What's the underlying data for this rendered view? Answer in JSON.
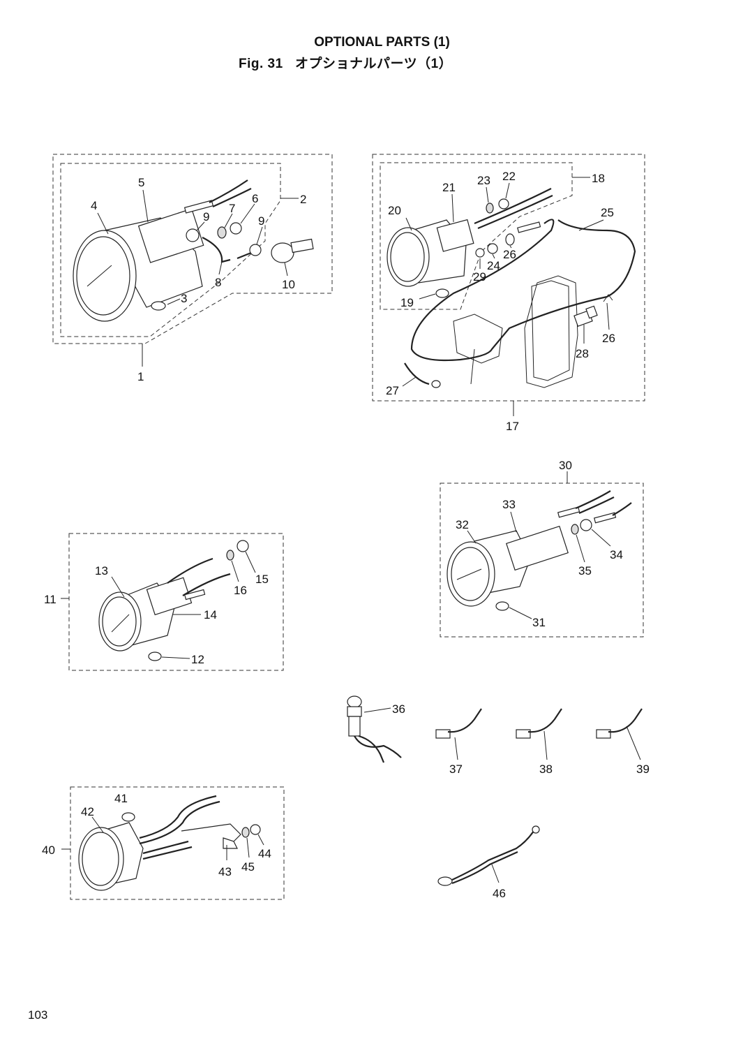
{
  "header": {
    "title": "OPTIONAL PARTS (1)",
    "fig_label": "Fig. 31",
    "subtitle_jp": "オプショナルパーツ（1）"
  },
  "page_number": "103",
  "labels": {
    "p1": "1",
    "p2": "2",
    "p3": "3",
    "p4": "4",
    "p5": "5",
    "p6": "6",
    "p7": "7",
    "p8": "8",
    "p9a": "9",
    "p9b": "9",
    "p10": "10",
    "p11": "11",
    "p12": "12",
    "p13": "13",
    "p14": "14",
    "p15": "15",
    "p16": "16",
    "p17": "17",
    "p18": "18",
    "p19": "19",
    "p20": "20",
    "p21": "21",
    "p22": "22",
    "p23": "23",
    "p24": "24",
    "p25": "25",
    "p26a": "26",
    "p26b": "26",
    "p27": "27",
    "p28": "28",
    "p29": "29",
    "p30": "30",
    "p31": "31",
    "p32": "32",
    "p33": "33",
    "p34": "34",
    "p35": "35",
    "p36": "36",
    "p37": "37",
    "p38": "38",
    "p39": "39",
    "p40": "40",
    "p41": "41",
    "p42": "42",
    "p43": "43",
    "p44": "44",
    "p45": "45",
    "p46": "46"
  }
}
